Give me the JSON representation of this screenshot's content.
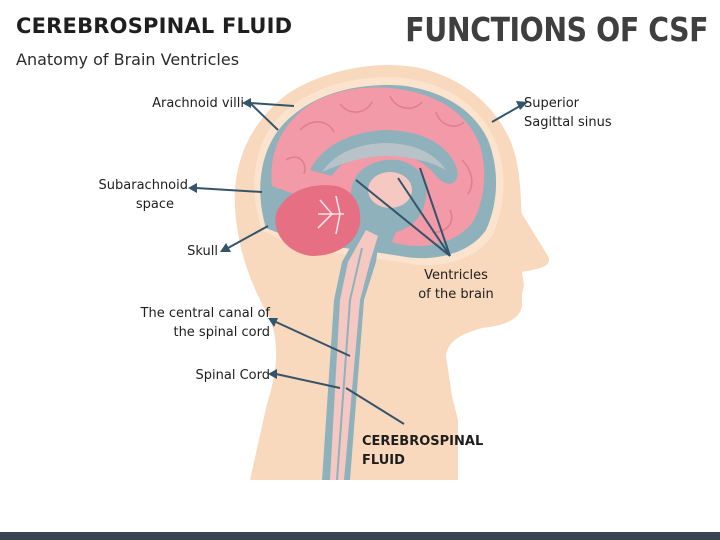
{
  "heading": "CEREBROSPINAL FLUID",
  "subheading": "Anatomy of Brain Ventricles",
  "slide_title": "FUNCTIONS OF CSF",
  "labels": {
    "arachnoid_villi": "Arachnoid villi",
    "superior_sagittal_line1": "Superior",
    "superior_sagittal_line2": "Sagittal sinus",
    "subarachnoid_line1": "Subarachnoid",
    "subarachnoid_line2": "space",
    "skull": "Skull",
    "ventricles_line1": "Ventricles",
    "ventricles_line2": "of the brain",
    "central_canal_line1": "The central canal of",
    "central_canal_line2": "the spinal cord",
    "spinal_cord": "Spinal Cord",
    "csf_line1": "CEREBROSPINAL",
    "csf_line2": "FLUID"
  },
  "colors": {
    "skin": "#f9d9bd",
    "csf": "#8fb1bb",
    "brain": "#f29aa7",
    "cerebellum": "#e76f83",
    "spinal_cord": "#f5c9c2",
    "leader_line": "#34546a",
    "footer": "#37434f"
  }
}
